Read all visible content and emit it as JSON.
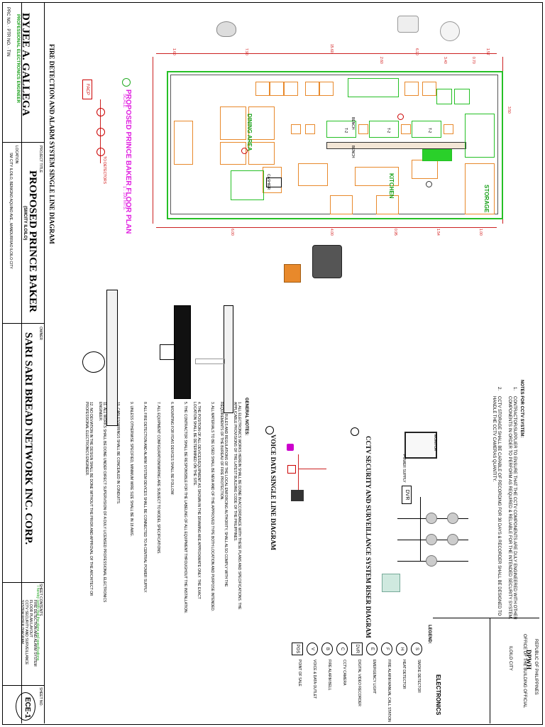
{
  "title_block": {
    "country": "REPUBLIC OF PHILIPPINES",
    "agency": "DPWH",
    "office": "OFFICE OF THE BUILDING OFFICIAL",
    "city": "ILOILO CITY",
    "owner_label": "OWNER",
    "company": "SARI SARI BREAD NETWORK INC. CORP.",
    "project_label": "PROJECT TITLE",
    "project": "PROPOSED PRINCE BAKER",
    "project_sub": "(SMCITY ILOILO)",
    "location_label": "LOCATION",
    "location": "SM CITY ILOILO, BENIGNO AQUINO AVE., MANDURRIAO ILOILO CITY",
    "engineer": "DYJEE A. GALLEGA",
    "engineer_title": "PROFESSIONAL ELECTRONICS ENGINEER",
    "sheet_contents": "SHEET CONTENTS",
    "contents_lines": [
      "FIRE DETECTION AND ALARM SYSTEM",
      "FLOOR PLAN LAYOUT",
      "CCTV SECURITY AND SURVEILLANCE",
      "SYSTEM RISER DIAGRAM"
    ],
    "sheet_no_label": "SHEET NO.",
    "sheet_no": "ECE-1",
    "discipline": "ELECTRONICS"
  },
  "drawing": {
    "fdas_title": "FIRE DETECTION AND ALARM SYSTEM SINGLE LINE DIAGRAM",
    "fdas_box_label": "FACP",
    "fdas_to_detectors": "TO DETECTORS",
    "floor_plan_title": "PROPOSED PRINCE BAKER FLOOR PLAN",
    "floor_plan_scale": "SCALE",
    "floor_plan_scale_value": "1 : 100 MTS.",
    "dining_area": "DINING AREA",
    "kitchen": "KITCHEN",
    "storage": "STORAGE",
    "cashier": "CASHIER",
    "bench": "BENCH",
    "table_label": "T-2",
    "dims": [
      "1.60",
      "7.90",
      "15.60",
      "6.10",
      "2.60",
      "3.40",
      "0.70",
      "1.57"
    ],
    "dims_bottom": [
      "6.00",
      "4.00",
      "0.95",
      "1.54",
      "1.00",
      "3.50"
    ]
  },
  "cctv": {
    "title": "CCTV SECURITY AND SURVEILLANCE SYSTEM RISER DIAGRAM",
    "dvr": "DVR",
    "monitor_label": "MONITOR",
    "power_supply": "POWER SUPPLY",
    "notes_title": "NOTES FOR CCTV SYSTEM:",
    "notes": [
      "CONTRACTOR/SUPPLIER TO ENSURE THAT THE CCTV COMPONENTS ARE DULY ENGINEERED WITH OTHER COMPONENTS IN ORDER TO PERFORM AS REQUIRED & RELIABLE FOR THE INTENDED SECURITY SYSTEM.",
      "CCTV STORAGE SHALL BE CAPABLE OF RECORDING FOR 30 DAYS & RECORDER SHALL BE DESIGNED TO HANDLE THE CCTV CAMERAS QUANTITY."
    ]
  },
  "voice": {
    "title": "VOICE DATA SINGLE LINE DIAGRAM"
  },
  "general_notes": {
    "title": "GENERAL NOTES:",
    "items": [
      "ALL ELECTRONICS WORKS HEREIN SHALL BE DONE IN ACCORDANCE WITH THESE PLANS AND SPECIFICATIONS. THE APPLICABLE PROVISIONS OF THE LATEST BUILDING CODE OF THE PHILIPPINES.",
      "THE RULES AND REGULATIONS OF THE LOCAL ENFORCING AUTHORITY, SHALL ALSO COMPLY WITH THE REQUIREMENTS OF THE BUREAU OF FIRE PROTECTION.",
      "ALL MATERIALS TO BE USED SHALL BE NEW AND OF THE APPROVED TYPE BOTH LOCATION AND PURPOSE INTENDED.",
      "THE POSITION OF ALL DEVICES/EQUIPMENT AS SHOWN IN THE DRAWING ARE APPROXIMATE ONLY. THE EXACT LOCATION SHALL BE DETERMINED ON THE SITE.",
      "THE CONTRACTOR SHALL BE RESPONSIBLE FOR THE LABELING OF ALL EQUIPMENT THROUGHOUT THE INSTALLATION.",
      "MOUNTING FOR FDAS DEVICES SHALL BE FOLLOW:",
      "ALL EQUIPMENT CONFIGURATION/WIRING ARE SUBJECT TO MODEL SPECIFICATIONS.",
      "ALL FIRE DETECTION AND ALARM SYSTEM DEVICES SHALL BE CONNECTED TO A CENTRAL POWER SUPPLY.",
      "UNLESS OTHERWISE SPECIFIED, MINIMUM WIRE SIZE SHALL BE IN 18 AWG.",
      "CABLES/WIRINGS SHALL BE CONCEALED IN CONDUITS.",
      "ALL WORKS SHALL BE DONE UNDER DIRECT SUPERVISION OF A DULY LICENSED PROFESSIONAL ELECTRONICS ENGINEER.",
      "NO DEVIATION IN THE DESIGN SHALL BE DONE WITHOUT THE PRIOR AND APPROVAL OF THE ARCHITECT OR PROFESSIONAL ELECTRONICS ENGINEER."
    ]
  },
  "legend": {
    "title": "LEGEND:",
    "items": [
      {
        "symbol": "S",
        "label": "SMOKE DETECTOR"
      },
      {
        "symbol": "H",
        "label": "HEAT DETECTOR"
      },
      {
        "symbol": "F",
        "label": "FIRE ALARM MANUAL CALL STATION"
      },
      {
        "symbol": "E",
        "label": "EMERGENCY LIGHT"
      },
      {
        "symbol": "DVR",
        "label": "DIGITAL VIDEO RECORDER"
      },
      {
        "symbol": "C",
        "label": "CCTV CAMERA"
      },
      {
        "symbol": "B",
        "label": "FIRE ALARM BELL"
      },
      {
        "symbol": "V",
        "label": "VOICE & DATA OUTLET"
      },
      {
        "symbol": "POS",
        "label": "POINT OF SALE"
      }
    ]
  }
}
